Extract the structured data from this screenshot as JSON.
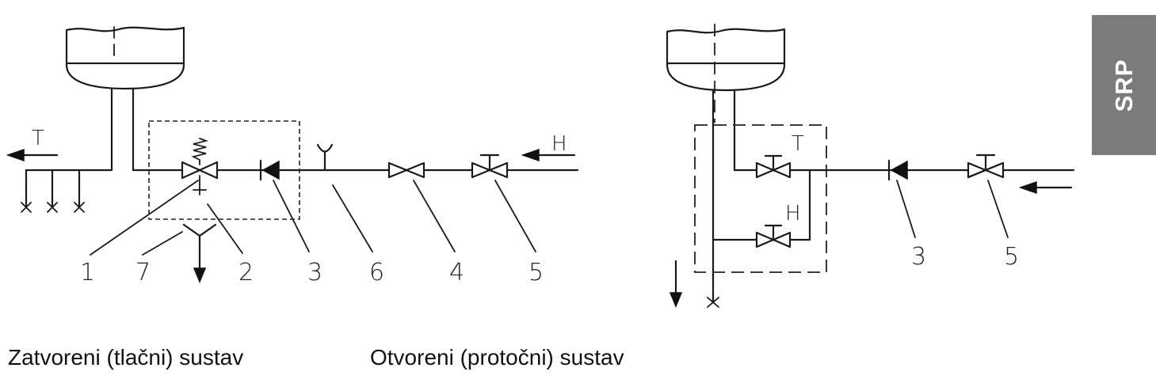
{
  "badge": {
    "text": "SRP",
    "color": "#7b7b7b"
  },
  "left_system": {
    "caption": "Zatvoreni (tlačni) sustav",
    "flow_labels": {
      "out": "T",
      "in": "H"
    },
    "part_numbers": [
      "1",
      "7",
      "2",
      "3",
      "6",
      "4",
      "5"
    ]
  },
  "right_system": {
    "caption": "Otvoreni (protočni) sustav",
    "valve_labels": {
      "upper": "T",
      "lower": "H"
    },
    "part_numbers": [
      "3",
      "5"
    ]
  }
}
